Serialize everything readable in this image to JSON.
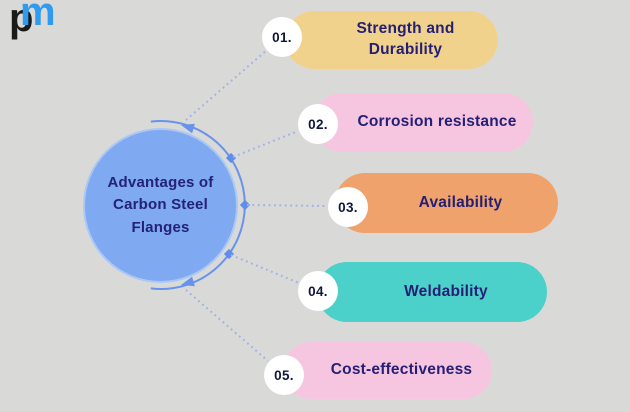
{
  "background_color": "#d9dad8",
  "logo": {
    "letter_p": "p",
    "letter_m": "m",
    "p_color": "#1a1a1a",
    "m_color": "#2e9bf0"
  },
  "hub": {
    "title": "Advantages of Carbon Steel Flanges",
    "circle_color": "#7fa9f1",
    "text_color": "#232277"
  },
  "connector": {
    "arc_color": "#6893ec",
    "node_color": "#5f8deb",
    "dot_color": "#9cb2e8"
  },
  "items": [
    {
      "number": "01.",
      "label": "Strength and Durability",
      "color": "#f0d28d"
    },
    {
      "number": "02.",
      "label": "Corrosion resistance",
      "color": "#f6c5e0"
    },
    {
      "number": "03.",
      "label": "Availability",
      "color": "#f0a26c"
    },
    {
      "number": "04.",
      "label": "Weldability",
      "color": "#4bd0ca"
    },
    {
      "number": "05.",
      "label": "Cost-effectiveness",
      "color": "#f6c5e0"
    }
  ],
  "item_text_color": "#241f75",
  "number_text_color": "#10163f"
}
